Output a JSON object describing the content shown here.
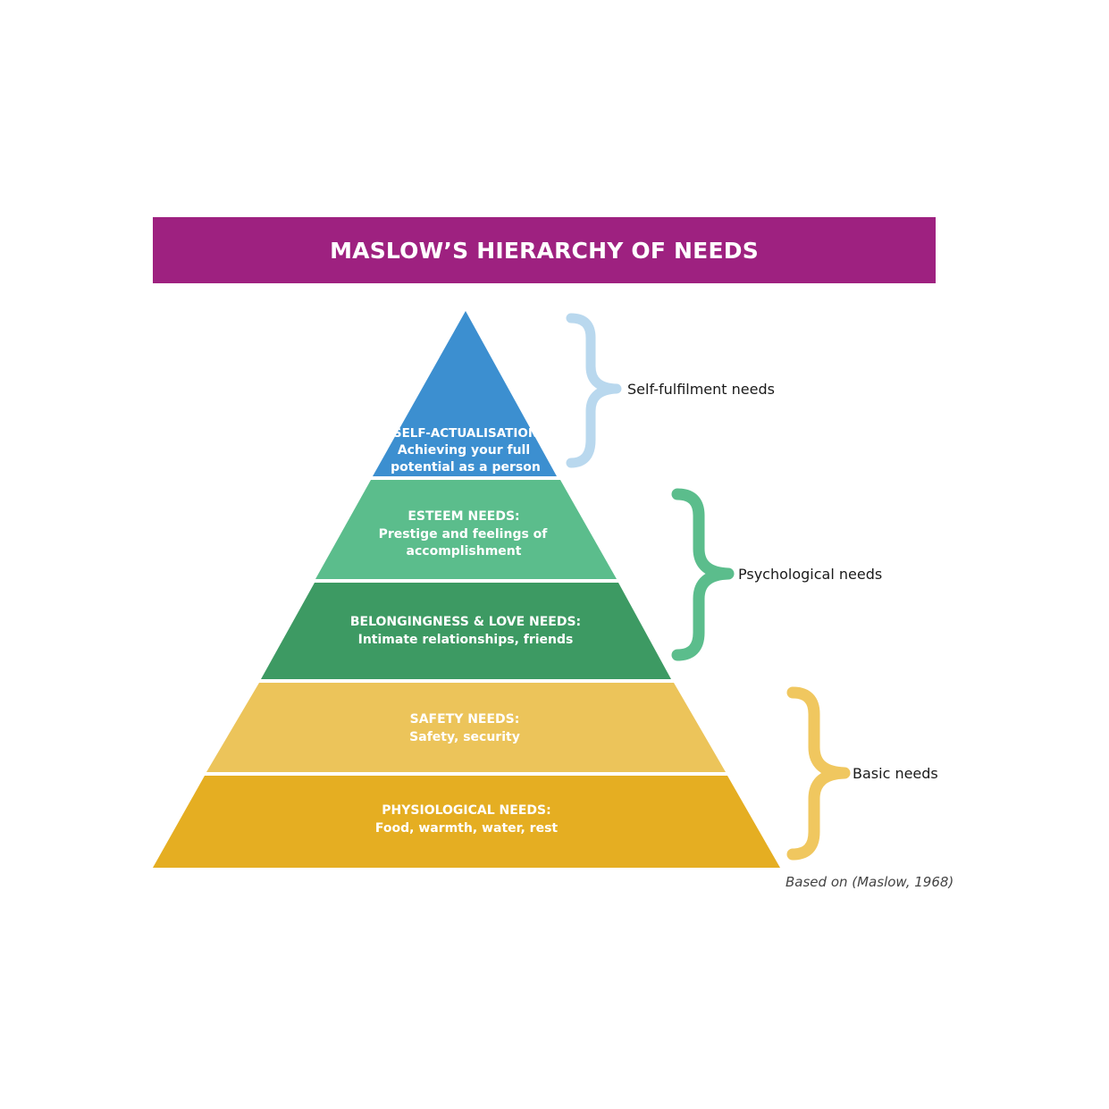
{
  "title": "MASLOW’S HIERARCHY OF NEEDS",
  "colors": {
    "banner": "#9e2180",
    "self_actualisation": "#3c8fd0",
    "esteem": "#5bbd8c",
    "belonging": "#3d9a63",
    "safety": "#ecc45a",
    "physiological": "#e5ae22",
    "brace_self_fulfilment": "#b9d8ee",
    "brace_psychological": "#5bbd8c",
    "brace_basic": "#f0c75f"
  },
  "tiers": [
    {
      "id": "self-actualisation",
      "heading": "SELF-ACTUALISATION",
      "lines": [
        "Achieving your full",
        "potential as a person"
      ]
    },
    {
      "id": "esteem",
      "heading": "ESTEEM NEEDS:",
      "lines": [
        "Prestige and feelings of",
        "accomplishment"
      ]
    },
    {
      "id": "belonging",
      "heading": "BELONGINGNESS & LOVE NEEDS:",
      "lines": [
        "Intimate relationships, friends"
      ]
    },
    {
      "id": "safety",
      "heading": "SAFETY NEEDS:",
      "lines": [
        "Safety, security"
      ]
    },
    {
      "id": "physiological",
      "heading": "PHYSIOLOGICAL NEEDS:",
      "lines": [
        "Food, warmth, water, rest"
      ]
    }
  ],
  "groups": [
    {
      "id": "self-fulfilment",
      "label": "Self-fulfilment needs"
    },
    {
      "id": "psychological",
      "label": "Psychological needs"
    },
    {
      "id": "basic",
      "label": "Basic needs"
    }
  ],
  "source_note": "Based on (Maslow, 1968)"
}
